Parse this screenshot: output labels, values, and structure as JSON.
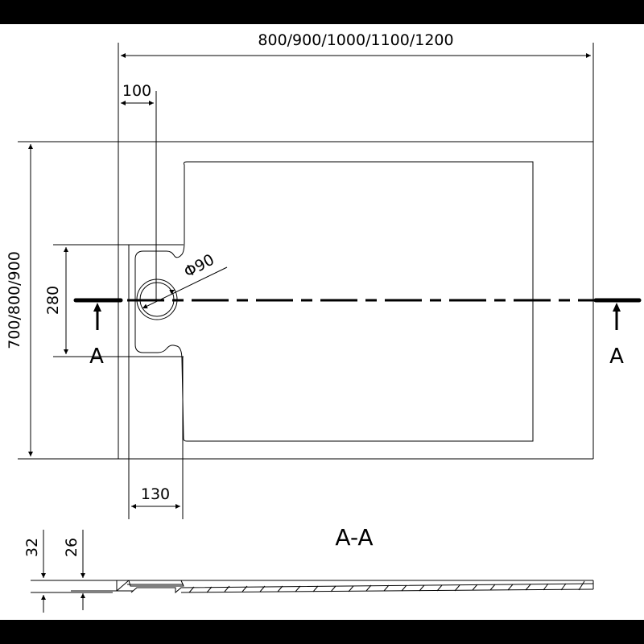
{
  "drawing": {
    "width_dimension": "800/900/1000/1100/1200",
    "height_dimension": "700/800/900",
    "offset_dimension_top": "100",
    "drain_zone_height": "280",
    "drain_diameter": "Φ90",
    "drain_zone_width": "130",
    "section_marker_left": "A",
    "section_marker_right": "A",
    "section_title": "A-A",
    "section_height_total": "32",
    "section_height_inner": "26"
  },
  "colors": {
    "line": "#000000",
    "background": "#ffffff",
    "frame_band": "#000000"
  }
}
